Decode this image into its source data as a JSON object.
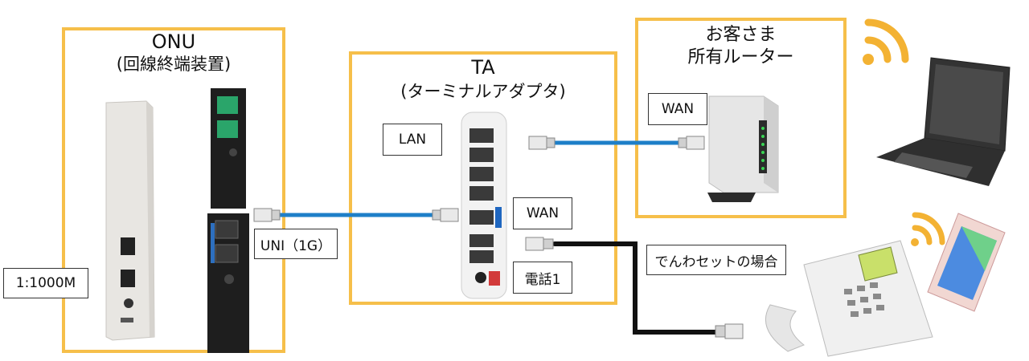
{
  "onu": {
    "title": "ONU",
    "subtitle": "(回線終端装置)",
    "speed_label": "1:1000M",
    "port_label": "UNI（1G）"
  },
  "ta": {
    "title": "TA",
    "subtitle": "(ターミナルアダプタ)",
    "lan_label": "LAN",
    "wan_label": "WAN",
    "phone_label": "電話1"
  },
  "router": {
    "title_line1": "お客さま",
    "title_line2": "所有ルーター",
    "wan_label": "WAN"
  },
  "phone_note": "でんわセットの場合",
  "colors": {
    "frame": "#f6bf4a",
    "lan_cable": "#1e7fc8",
    "phone_cable": "#111111",
    "wifi": "#f3b233"
  },
  "icons": [
    "wifi-icon",
    "laptop-icon",
    "smartphone-icon",
    "desk-phone-icon",
    "router-icon"
  ]
}
